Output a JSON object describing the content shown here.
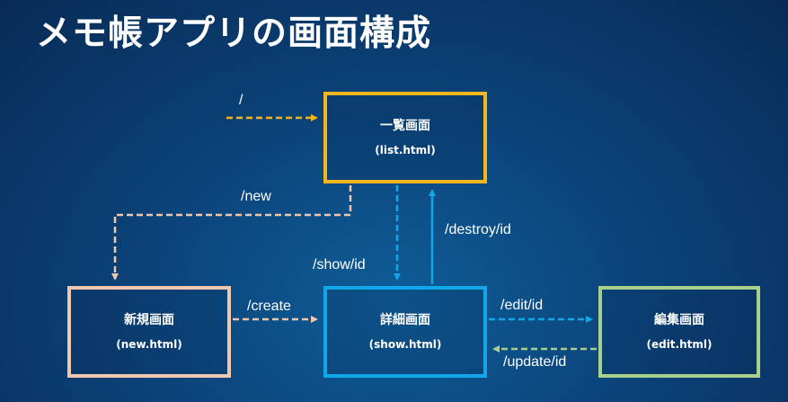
{
  "title": "メモ帳アプリの画面構成",
  "nodes": {
    "list": {
      "title": "一覧画面",
      "file": "(list.html)",
      "color": "#f4b61c"
    },
    "new": {
      "title": "新規画面",
      "file": "(new.html)",
      "color": "#f0c8b0"
    },
    "show": {
      "title": "詳細画面",
      "file": "(show.html)",
      "color": "#12a7e6"
    },
    "edit": {
      "title": "編集画面",
      "file": "(edit.html)",
      "color": "#a8d08a"
    }
  },
  "routes": {
    "root": "/",
    "new": "/new",
    "create": "/create",
    "show": "/show/id",
    "destroy": "/destroy/id",
    "edit": "/edit/id",
    "update": "/update/id"
  }
}
